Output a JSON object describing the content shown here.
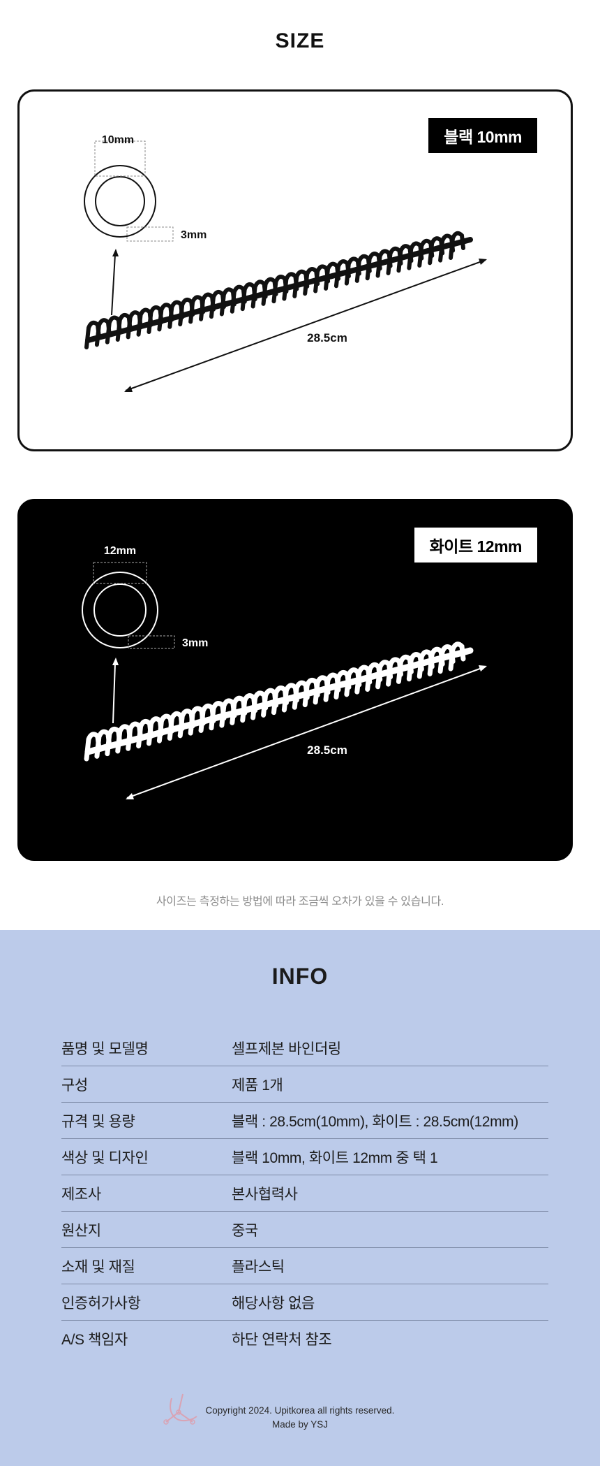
{
  "size_section": {
    "title": "SIZE",
    "panels": [
      {
        "badge": "블랙 10mm",
        "theme": "black",
        "ring_diameter_label": "10mm",
        "wire_thickness_label": "3mm",
        "length_label": "28.5cm"
      },
      {
        "badge": "화이트 12mm",
        "theme": "white",
        "ring_diameter_label": "12mm",
        "wire_thickness_label": "3mm",
        "length_label": "28.5cm"
      }
    ],
    "note": "사이즈는 측정하는 방법에 따라 조금씩 오차가 있을 수 있습니다."
  },
  "info_section": {
    "title": "INFO",
    "background_color": "#bccbea",
    "rows": [
      {
        "label": "품명 및 모델명",
        "value": "셀프제본 바인더링"
      },
      {
        "label": "구성",
        "value": "제품 1개"
      },
      {
        "label": "규격 및 용량",
        "value": "블랙 : 28.5cm(10mm), 화이트 : 28.5cm(12mm)"
      },
      {
        "label": "색상 및 디자인",
        "value": "블랙 10mm, 화이트 12mm 중 택 1"
      },
      {
        "label": "제조사",
        "value": "본사협력사"
      },
      {
        "label": "원산지",
        "value": "중국"
      },
      {
        "label": "소재 및 재질",
        "value": "플라스틱"
      },
      {
        "label": "인증허가사항",
        "value": "해당사항 없음"
      },
      {
        "label": "A/S 책임자",
        "value": "하단 연락처 참조"
      }
    ]
  },
  "footer": {
    "copyright": "Copyright 2024. Upitkorea all rights reserved.",
    "made_by": "Made by YSJ",
    "logo_icon": "upitkorea-logo-icon"
  }
}
